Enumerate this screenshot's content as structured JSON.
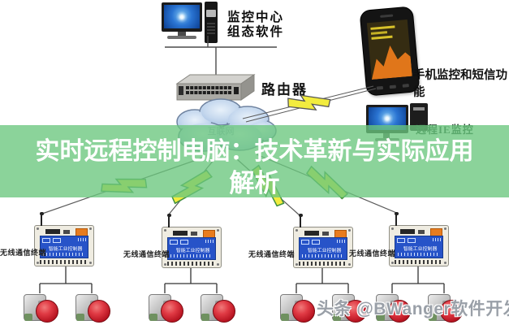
{
  "banner": {
    "line1": "实时远程控制电脑：技术革新与实际应用",
    "line2": "解析"
  },
  "nodes": {
    "monitoring_center": {
      "label_line1": "监控中心",
      "label_line2": "组态软件"
    },
    "router": {
      "label": "路由器"
    },
    "cloud": {
      "label": "互联网"
    },
    "phone": {
      "label": "手机监控和短信功能"
    },
    "remote_ie": {
      "label": "远程IE监控"
    }
  },
  "terminals": [
    {
      "label": "无线通信终端",
      "screen_text": "智能工业控制器"
    },
    {
      "label": "无线通信终端",
      "screen_text": "智能工业控制器"
    },
    {
      "label": "无线通信终端",
      "screen_text": "智能工业控制器"
    },
    {
      "label": "无线通信终端",
      "screen_text": "智能工业控制器"
    }
  ],
  "watermark": {
    "text": "头条 @BWanger软件开发达人"
  },
  "colors": {
    "banner_band": "#6ac77d",
    "banner_text": "#ffffff",
    "terminal_screen_blue": "#2753c8",
    "button_red": "#c81f2e",
    "lightning_yellow": "#f2ec3e",
    "cloud_fill": "#c5d8ee"
  }
}
